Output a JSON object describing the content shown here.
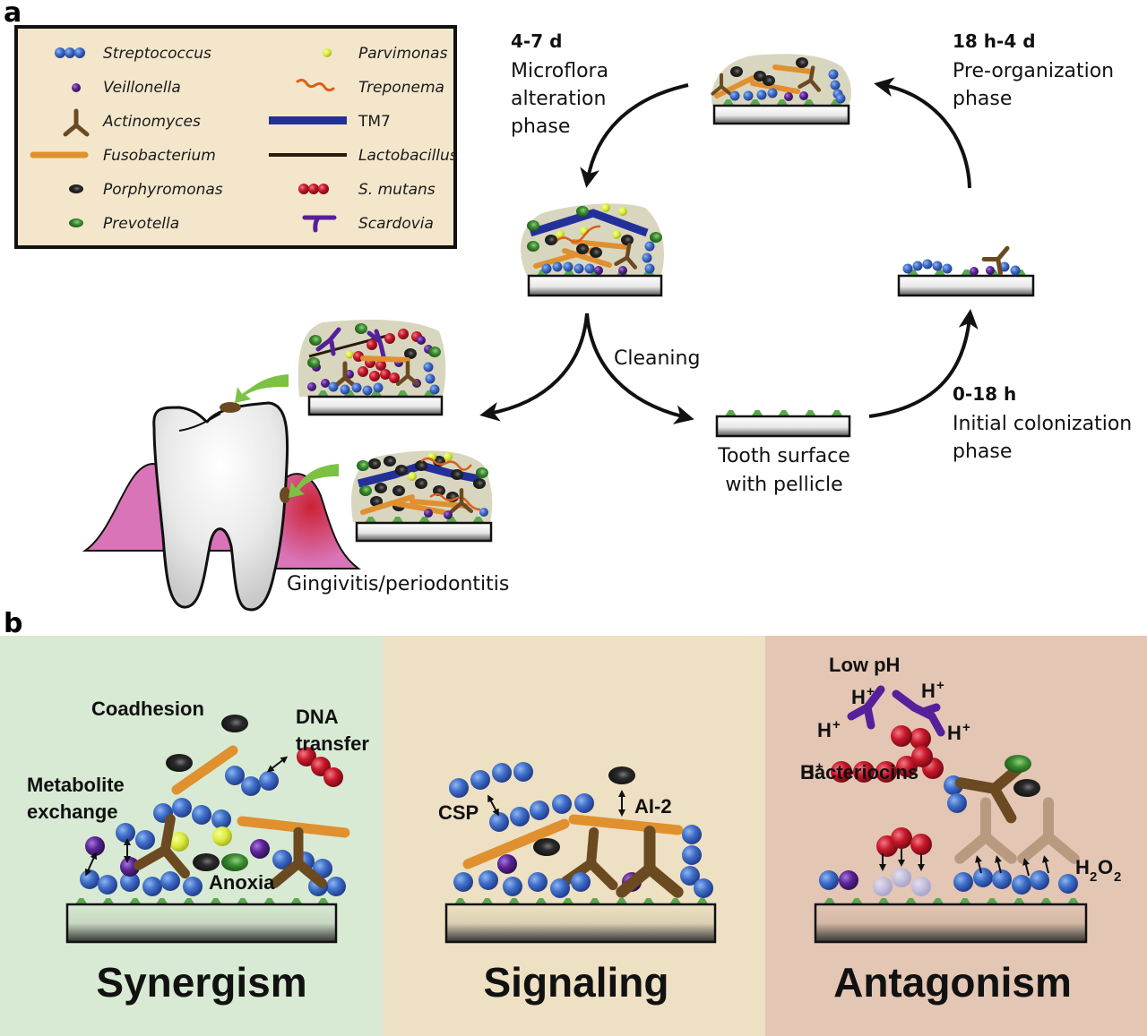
{
  "panel_a": {
    "letter": "a",
    "legend": [
      {
        "name": "Streptococcus",
        "icon": "streptococcus-chain-icon",
        "color": "#3f6fc9",
        "italic": true
      },
      {
        "name": "Veillonella",
        "icon": "veillonella-coccus-icon",
        "color": "#5b2596",
        "italic": true
      },
      {
        "name": "Actinomyces",
        "icon": "actinomyces-branch-icon",
        "color": "#6b4a22",
        "italic": true
      },
      {
        "name": "Fusobacterium",
        "icon": "fusobacterium-rod-icon",
        "color": "#e0902f",
        "italic": true
      },
      {
        "name": "Porphyromonas",
        "icon": "porphyromonas-oval-icon",
        "color": "#222222",
        "italic": true
      },
      {
        "name": "Prevotella",
        "icon": "prevotella-oval-icon",
        "color": "#3a8a30",
        "italic": true
      },
      {
        "name": "Parvimonas",
        "icon": "parvimonas-coccus-icon",
        "color": "#d8ea3a",
        "italic": true
      },
      {
        "name": "Treponema",
        "icon": "treponema-spiral-icon",
        "color": "#d9601c",
        "italic": true
      },
      {
        "name": "TM7",
        "icon": "tm7-filament-icon",
        "color": "#24309a",
        "italic": false
      },
      {
        "name": "Lactobacillus",
        "icon": "lactobacillus-rod-icon",
        "color": "#2a1a0c",
        "italic": true
      },
      {
        "name": "S. mutans",
        "icon": "s-mutans-chain-icon",
        "color": "#c8182a",
        "italic": true
      },
      {
        "name": "Scardovia",
        "icon": "scardovia-branch-icon",
        "color": "#55209a",
        "italic": true
      }
    ],
    "phases": {
      "alteration": {
        "time": "4-7 d",
        "lines": [
          "Microflora",
          "alteration",
          "phase"
        ]
      },
      "preorganization": {
        "time": "18 h-4 d",
        "lines": [
          "Pre-organization",
          "phase"
        ]
      },
      "initial": {
        "time": "0-18 h",
        "lines": [
          "Initial colonization",
          "phase"
        ]
      }
    },
    "cleaning_label": "Cleaning",
    "tooth_surface_label": [
      "Tooth surface",
      "with pellicle"
    ],
    "disease_label": "Gingivitis/periodontitis"
  },
  "panel_b": {
    "letter": "b",
    "sections": [
      {
        "title": "Synergism",
        "bg": "#d8ead3",
        "labels": {
          "coadhesion": "Coadhesion",
          "dna1": "DNA",
          "dna2": "transfer",
          "met1": "Metabolite",
          "met2": "exchange",
          "anoxia": "Anoxia"
        }
      },
      {
        "title": "Signaling",
        "bg": "#ede0c3",
        "labels": {
          "csp": "CSP",
          "ai2": "AI-2"
        }
      },
      {
        "title": "Antagonism",
        "bg": "#e3c6b4",
        "labels": {
          "lowph": "Low pH",
          "hplus": "H",
          "plus": "+",
          "bacteriocins": "Bacteriocins",
          "h2o2_h": "H",
          "h2o2_2a": "2",
          "h2o2_o": "O",
          "h2o2_2b": "2"
        }
      }
    ]
  },
  "colors": {
    "strep": "#3f6fc9",
    "smutans": "#c8182a",
    "veillonella": "#5b2596",
    "actino": "#6b4a22",
    "fuso": "#e0902f",
    "porphyro": "#222222",
    "prevotella": "#3a8a30",
    "parvi": "#d8ea3a",
    "tm7": "#24309a",
    "pellicle": "#5aa84f",
    "plaque": "#d9d6c0",
    "legend_bg": "#f3e6cb",
    "gum": "#d974b8",
    "inflamed": "#cc2233",
    "green_arrow": "#7cc242"
  }
}
